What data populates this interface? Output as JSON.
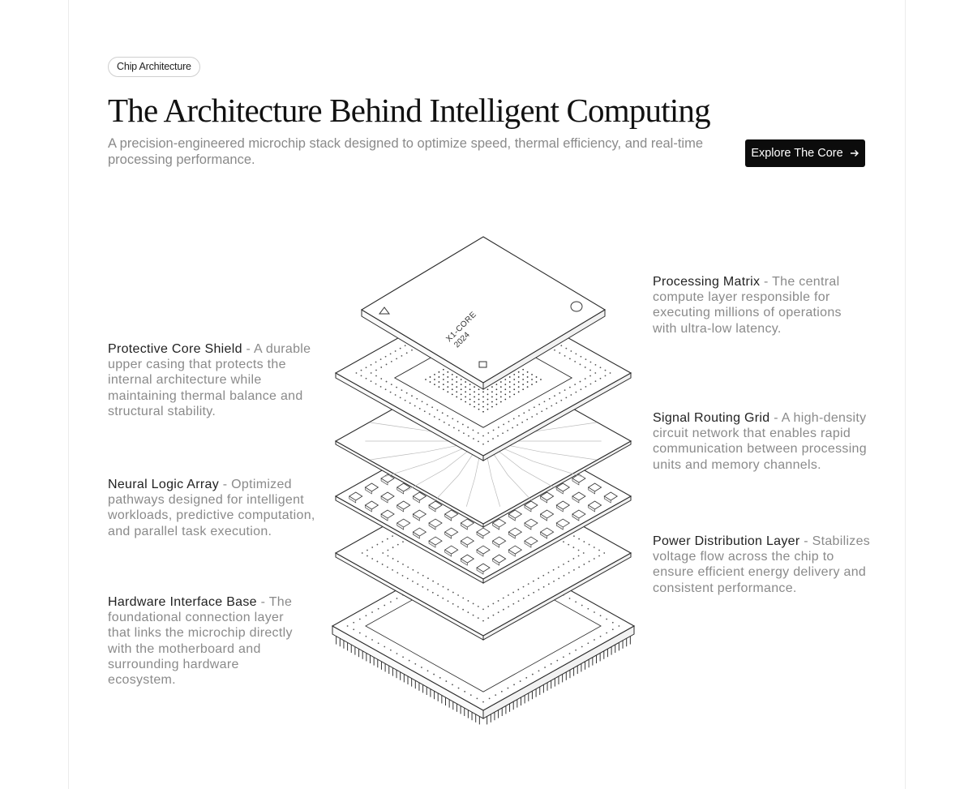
{
  "badge": "Chip Architecture",
  "title": "The Architecture Behind Intelligent Computing",
  "subtitle": "A precision-engineered microchip stack designed to optimize speed, thermal efficiency, and real-time processing performance.",
  "cta": {
    "label": "Explore The Core",
    "icon": "arrow-right-icon"
  },
  "chip_label": {
    "name": "X1-CORE",
    "year": "2024"
  },
  "layers": {
    "processing_matrix": {
      "label": "Processing Matrix",
      "sep": " - ",
      "text": "The central compute layer responsible for executing millions of operations with ultra-low latency."
    },
    "protective_core_shield": {
      "label": "Protective Core Shield",
      "sep": " - ",
      "text": "A durable upper casing that protects the internal architecture while maintaining thermal balance and structural stability."
    },
    "signal_routing_grid": {
      "label": "Signal Routing Grid",
      "sep": " - ",
      "text": "A high-density circuit network that enables rapid communication between processing units and memory channels."
    },
    "neural_logic_array": {
      "label": "Neural Logic Array",
      "sep": " - ",
      "text": "Optimized pathways designed for intelligent workloads, predictive computation, and parallel task execution."
    },
    "power_distribution_layer": {
      "label": "Power Distribution Layer",
      "sep": " - ",
      "text": "Stabilizes voltage flow across the chip to ensure efficient energy delivery and consistent performance."
    },
    "hardware_interface_base": {
      "label": "Hardware Interface Base",
      "sep": " - ",
      "text": "The foundational connection layer that links the microchip directly with the motherboard and surrounding hardware ecosystem."
    }
  },
  "colors": {
    "accent": "#0c0c0c",
    "muted_text": "#8a8a8a",
    "line": "#2a2a2a"
  }
}
